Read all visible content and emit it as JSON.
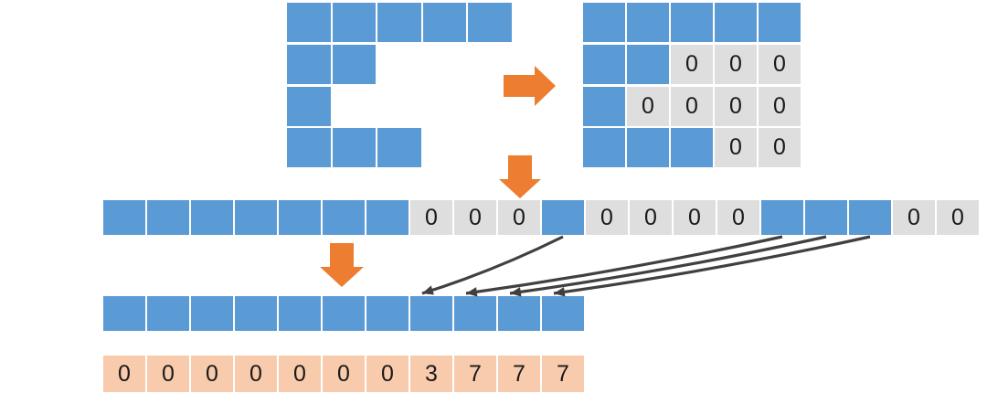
{
  "diagram": {
    "title": "Ragged tensor flattening and compaction diagram",
    "colors": {
      "blue": "#5B9BD5",
      "gray": "#DEDEDE",
      "peach": "#F8CBAD",
      "orange_arrow": "#ED7D31",
      "connector": "#404040",
      "background": "#FFFFFF"
    },
    "ragged_rows": {
      "name": "ragged-rows",
      "row_lengths": [
        5,
        2,
        1,
        3
      ],
      "rows": [
        {
          "cells": [
            "",
            "",
            "",
            "",
            ""
          ]
        },
        {
          "cells": [
            "",
            ""
          ]
        },
        {
          "cells": [
            ""
          ]
        },
        {
          "cells": [
            "",
            "",
            ""
          ]
        }
      ]
    },
    "padded_grid": {
      "name": "padded-grid",
      "rows": 4,
      "cols": 5,
      "rows_data": [
        {
          "values": [
            "",
            "",
            "",
            "",
            ""
          ],
          "types": [
            "blue",
            "blue",
            "blue",
            "blue",
            "blue"
          ]
        },
        {
          "values": [
            "",
            "",
            "0",
            "0",
            "0"
          ],
          "types": [
            "blue",
            "blue",
            "gray",
            "gray",
            "gray"
          ]
        },
        {
          "values": [
            "",
            "0",
            "0",
            "0",
            "0"
          ],
          "types": [
            "blue",
            "gray",
            "gray",
            "gray",
            "gray"
          ]
        },
        {
          "values": [
            "",
            "",
            "",
            "0",
            "0"
          ],
          "types": [
            "blue",
            "blue",
            "blue",
            "gray",
            "gray"
          ]
        }
      ]
    },
    "flattened_row": {
      "name": "flattened-row",
      "length": 20,
      "values": [
        "",
        "",
        "",
        "",
        "",
        "",
        "",
        "0",
        "0",
        "0",
        "",
        "0",
        "0",
        "0",
        "0",
        "",
        "",
        "",
        "0",
        "0"
      ],
      "types": [
        "blue",
        "blue",
        "blue",
        "blue",
        "blue",
        "blue",
        "blue",
        "gray",
        "gray",
        "gray",
        "blue",
        "gray",
        "gray",
        "gray",
        "gray",
        "blue",
        "blue",
        "blue",
        "gray",
        "gray"
      ]
    },
    "compacted_row": {
      "name": "compacted-row",
      "length": 11,
      "values": [
        "",
        "",
        "",
        "",
        "",
        "",
        "",
        "",
        "",
        "",
        ""
      ],
      "types": [
        "blue",
        "blue",
        "blue",
        "blue",
        "blue",
        "blue",
        "blue",
        "blue",
        "blue",
        "blue",
        "blue"
      ]
    },
    "offsets_row": {
      "name": "offsets-row",
      "length": 11,
      "values": [
        "0",
        "0",
        "0",
        "0",
        "0",
        "0",
        "0",
        "3",
        "7",
        "7",
        "7"
      ],
      "types": [
        "peach",
        "peach",
        "peach",
        "peach",
        "peach",
        "peach",
        "peach",
        "peach",
        "peach",
        "peach",
        "peach"
      ]
    },
    "block_arrows": [
      {
        "name": "right-arrow-to-padded-grid",
        "direction": "right"
      },
      {
        "name": "down-arrow-to-flattened-row",
        "direction": "down"
      },
      {
        "name": "down-arrow-to-compacted-row",
        "direction": "down"
      }
    ],
    "connectors": [
      {
        "name": "connector-from-cell-11-to-compacted-8",
        "from_index": 10,
        "to_index": 7
      },
      {
        "name": "connector-from-cell-16-to-compacted-9",
        "from_index": 15,
        "to_index": 8
      },
      {
        "name": "connector-from-cell-17-to-compacted-10",
        "from_index": 16,
        "to_index": 9
      },
      {
        "name": "connector-from-cell-18-to-compacted-11",
        "from_index": 17,
        "to_index": 10
      }
    ]
  }
}
